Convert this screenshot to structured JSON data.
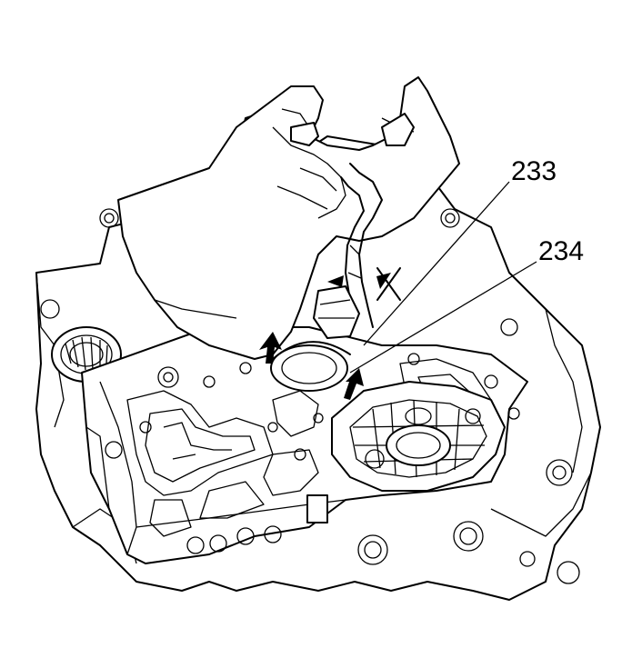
{
  "figure": {
    "callouts": [
      {
        "id": "233",
        "label": "233"
      },
      {
        "id": "234",
        "label": "234"
      }
    ]
  }
}
